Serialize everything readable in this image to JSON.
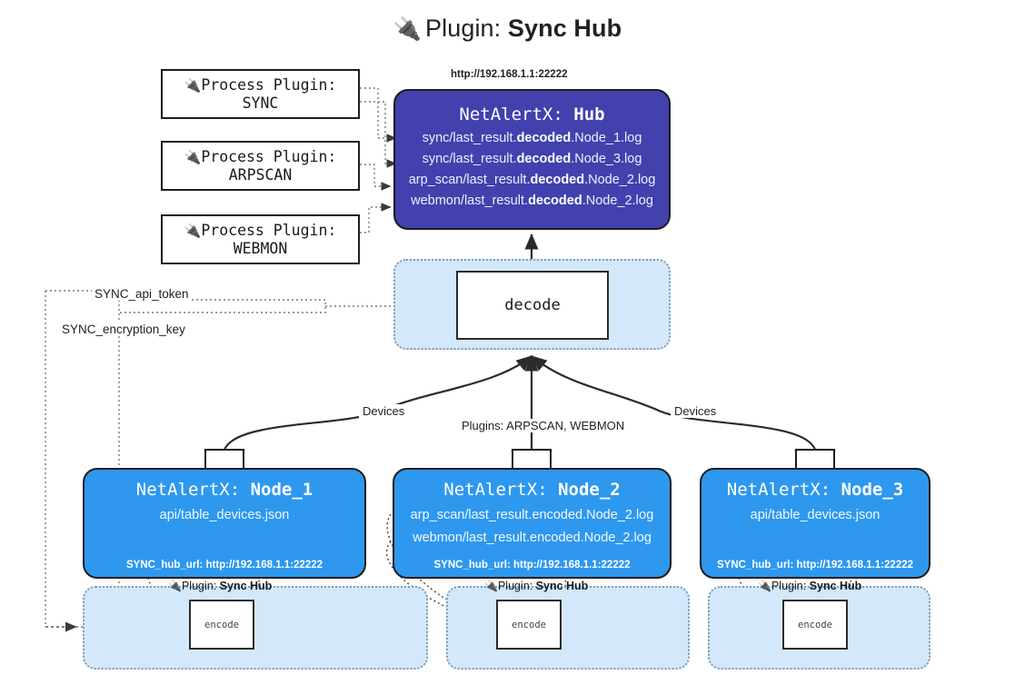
{
  "title": {
    "icon": "plug-icon",
    "glyph": "🔌",
    "prefix": "Plugin: ",
    "name": "Sync Hub"
  },
  "colors": {
    "hub_fill": "#4241ad",
    "node_fill": "#2e98ee",
    "container_fill": "#d4e8fb",
    "container_border": "#7f9bb5",
    "stroke": "#1d1d1d",
    "page_bg": "#ffffff"
  },
  "process_plugins": [
    {
      "line1": "Process Plugin:",
      "line2": "SYNC",
      "glyph": "🔌"
    },
    {
      "line1": "Process Plugin:",
      "line2": "ARPSCAN",
      "glyph": "🔌"
    },
    {
      "line1": "Process Plugin:",
      "line2": "WEBMON",
      "glyph": "🔌"
    }
  ],
  "hub": {
    "url_label": "http://192.168.1.1:22222",
    "title_prefix": "NetAlertX: ",
    "title_name": "Hub",
    "logs": [
      {
        "pre": "sync/last_result.",
        "mid": "decoded",
        "post": ".Node_1.log"
      },
      {
        "pre": "sync/last_result.",
        "mid": "decoded",
        "post": ".Node_3.log"
      },
      {
        "pre": "arp_scan/last_result.",
        "mid": "decoded",
        "post": ".Node_2.log"
      },
      {
        "pre": "webmon/last_result.",
        "mid": "decoded",
        "post": ".Node_2.log"
      }
    ]
  },
  "decode": {
    "label": "decode"
  },
  "secrets": [
    {
      "label": "SYNC_api_token"
    },
    {
      "label": "SYNC_encryption_key"
    }
  ],
  "edge_labels": {
    "left": "Devices",
    "center": "Plugins: ARPSCAN, WEBMON",
    "right": "Devices"
  },
  "nodes": [
    {
      "title_prefix": "NetAlertX: ",
      "title_name": "Node_1",
      "lines": [
        "api/table_devices.json"
      ],
      "footer": "SYNC_hub_url: http://192.168.1.1:22222",
      "plugin_label_prefix": "Plugin: ",
      "plugin_label_name": "Sync Hub",
      "plugin_glyph": "🔌",
      "encode_label": "encode",
      "envelope_icon": "envelope-icon"
    },
    {
      "title_prefix": "NetAlertX: ",
      "title_name": "Node_2",
      "lines": [
        "arp_scan/last_result.encoded.Node_2.log",
        "webmon/last_result.encoded.Node_2.log"
      ],
      "footer": "SYNC_hub_url: http://192.168.1.1:22222",
      "plugin_label_prefix": "Plugin: ",
      "plugin_label_name": "Sync Hub",
      "plugin_glyph": "🔌",
      "encode_label": "encode",
      "envelope_icon": "envelope-icon"
    },
    {
      "title_prefix": "NetAlertX: ",
      "title_name": "Node_3",
      "lines": [
        "api/table_devices.json"
      ],
      "footer": "SYNC_hub_url: http://192.168.1.1:22222",
      "plugin_label_prefix": "Plugin: ",
      "plugin_label_name": "Sync Hub",
      "plugin_glyph": "🔌",
      "encode_label": "encode",
      "envelope_icon": "envelope-icon"
    }
  ]
}
